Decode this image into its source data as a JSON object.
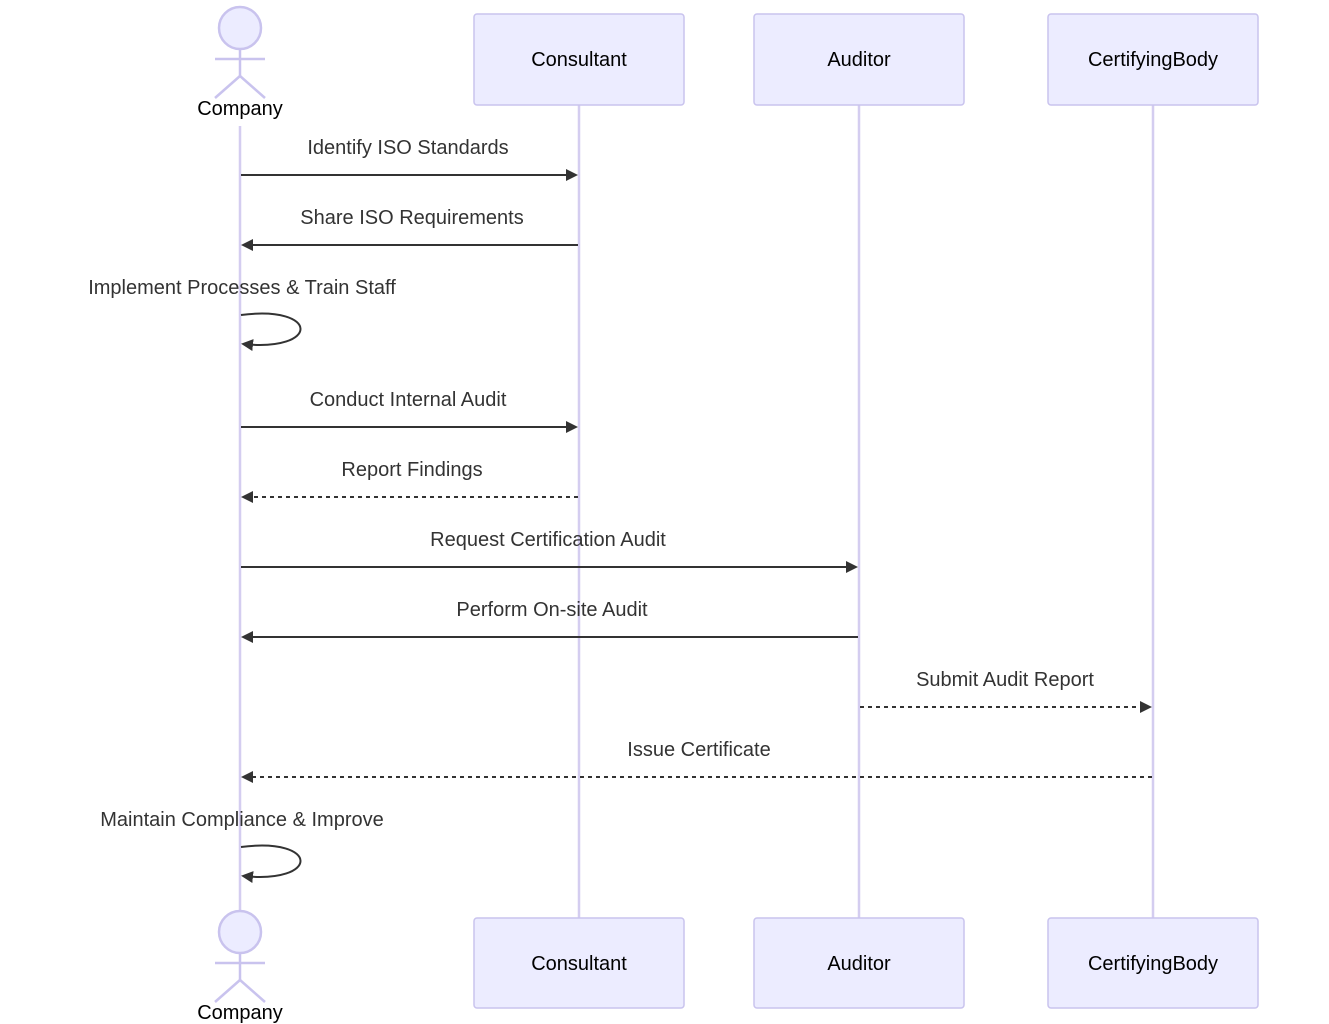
{
  "participants": [
    {
      "id": "company",
      "label": "Company",
      "kind": "actor"
    },
    {
      "id": "consultant",
      "label": "Consultant",
      "kind": "box"
    },
    {
      "id": "auditor",
      "label": "Auditor",
      "kind": "box"
    },
    {
      "id": "certifying",
      "label": "CertifyingBody",
      "kind": "box"
    }
  ],
  "messages": [
    {
      "from": "company",
      "to": "consultant",
      "label": "Identify ISO Standards",
      "style": "solid"
    },
    {
      "from": "consultant",
      "to": "company",
      "label": "Share ISO Requirements",
      "style": "solid"
    },
    {
      "from": "company",
      "to": "company",
      "label": "Implement Processes & Train Staff",
      "style": "solid"
    },
    {
      "from": "company",
      "to": "consultant",
      "label": "Conduct Internal Audit",
      "style": "solid"
    },
    {
      "from": "consultant",
      "to": "company",
      "label": "Report Findings",
      "style": "dashed"
    },
    {
      "from": "company",
      "to": "auditor",
      "label": "Request Certification Audit",
      "style": "solid"
    },
    {
      "from": "auditor",
      "to": "company",
      "label": "Perform On-site Audit",
      "style": "solid"
    },
    {
      "from": "auditor",
      "to": "certifying",
      "label": "Submit Audit Report",
      "style": "dashed"
    },
    {
      "from": "certifying",
      "to": "company",
      "label": "Issue Certificate",
      "style": "dashed"
    },
    {
      "from": "company",
      "to": "company",
      "label": "Maintain Compliance & Improve",
      "style": "solid"
    }
  ],
  "colors": {
    "participant_fill": "#ececff",
    "participant_border": "#c9c3ee",
    "lifeline": "#d4cdf0",
    "message": "#333333"
  }
}
